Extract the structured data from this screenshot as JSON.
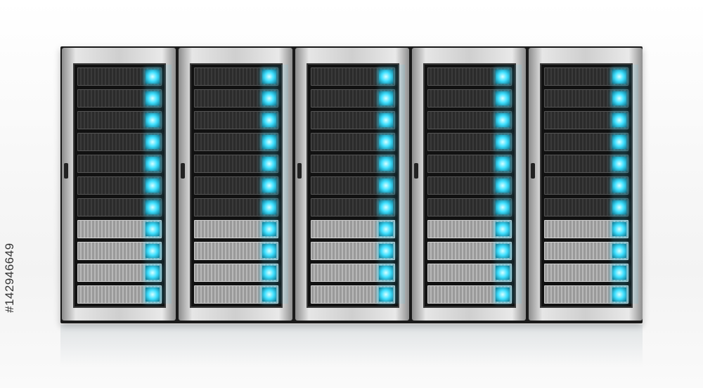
{
  "watermark": {
    "stock_id": "#142946649"
  },
  "scene": {
    "cabinet_count": 5,
    "server_units_per_cabinet": 11,
    "units_dark_first": 7,
    "colors": {
      "cabinet_frame": "#d9d9d9",
      "server_dark": "#2e2e2e",
      "server_light": "#a8a8a8",
      "status_led": "#3fe0ff",
      "background": "#f7f7f7"
    }
  }
}
